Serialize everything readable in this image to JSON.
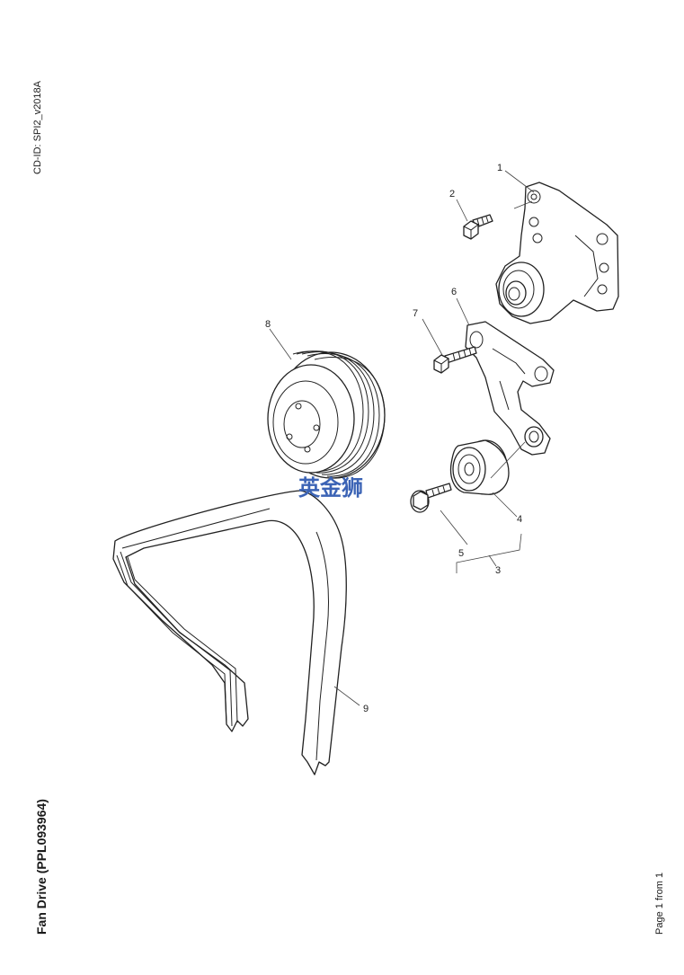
{
  "document": {
    "cd_id": "CD-ID: SPI2_v2018A",
    "title": "Fan Drive (PPL093964)",
    "page_indicator": "Page 1 from 1"
  },
  "watermark": {
    "text": "英金狮",
    "color": "#3b63b5"
  },
  "callouts": [
    "1",
    "2",
    "3",
    "4",
    "5",
    "6",
    "7",
    "8",
    "9"
  ],
  "parts": [
    {
      "ref": "1",
      "icon": "water-pump-housing"
    },
    {
      "ref": "2",
      "icon": "bolt"
    },
    {
      "ref": "3",
      "icon": "idler-pulley-assembly-bracket"
    },
    {
      "ref": "4",
      "icon": "idler-pulley"
    },
    {
      "ref": "5",
      "icon": "bolt"
    },
    {
      "ref": "6",
      "icon": "tensioner-bracket"
    },
    {
      "ref": "7",
      "icon": "bolt"
    },
    {
      "ref": "8",
      "icon": "pulley"
    },
    {
      "ref": "9",
      "icon": "drive-belt"
    }
  ]
}
